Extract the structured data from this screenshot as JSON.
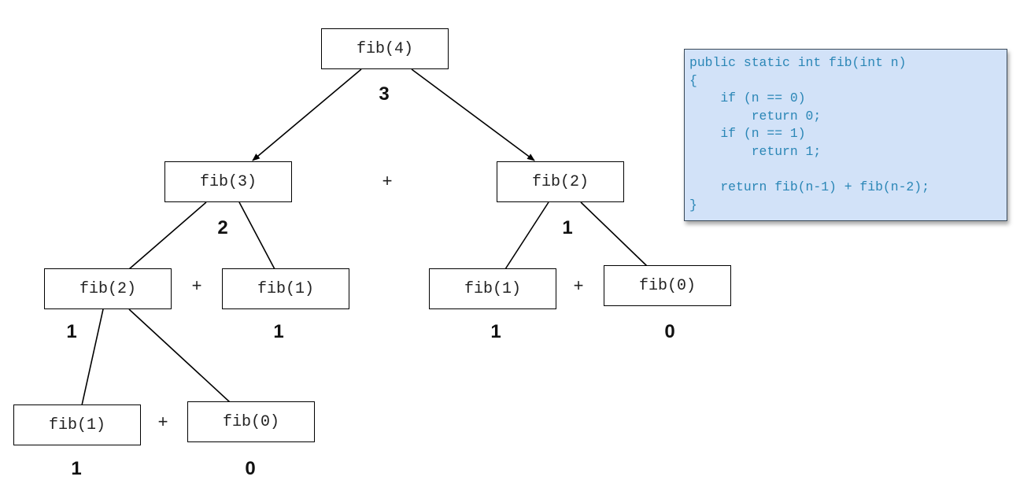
{
  "nodes": [
    {
      "id": "fib4",
      "label": "fib(4)",
      "value": "3"
    },
    {
      "id": "fib3",
      "label": "fib(3)",
      "value": "2"
    },
    {
      "id": "fib2_right",
      "label": "fib(2)",
      "value": "1"
    },
    {
      "id": "fib2_left",
      "label": "fib(2)",
      "value": "1"
    },
    {
      "id": "fib1_mid",
      "label": "fib(1)",
      "value": "1"
    },
    {
      "id": "fib1_right",
      "label": "fib(1)",
      "value": "1"
    },
    {
      "id": "fib0_right",
      "label": "fib(0)",
      "value": "0"
    },
    {
      "id": "fib1_bottom",
      "label": "fib(1)",
      "value": "1"
    },
    {
      "id": "fib0_bottom",
      "label": "fib(0)",
      "value": "0"
    }
  ],
  "edges": [
    {
      "from": "fib4",
      "to": "fib3",
      "arrow": true
    },
    {
      "from": "fib4",
      "to": "fib2_right",
      "arrow": true
    },
    {
      "from": "fib3",
      "to": "fib2_left",
      "arrow": false
    },
    {
      "from": "fib3",
      "to": "fib1_mid",
      "arrow": false
    },
    {
      "from": "fib2_right",
      "to": "fib1_right",
      "arrow": false
    },
    {
      "from": "fib2_right",
      "to": "fib0_right",
      "arrow": false
    },
    {
      "from": "fib2_left",
      "to": "fib1_bottom",
      "arrow": false
    },
    {
      "from": "fib2_left",
      "to": "fib0_bottom",
      "arrow": false
    }
  ],
  "plus_sign": "+",
  "code": {
    "lines": [
      "public static int fib(int n)",
      "{",
      "    if (n == 0)",
      "        return 0;",
      "    if (n == 1)",
      "        return 1;",
      "",
      "    return fib(n-1) + fib(n-2);",
      "}"
    ]
  }
}
